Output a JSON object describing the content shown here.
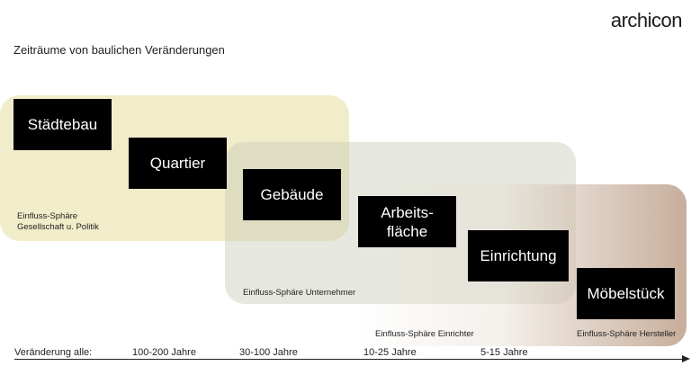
{
  "brand": "archicon",
  "subtitle": "Zeiträume von baulichen Veränderungen",
  "blocks": {
    "staedtebau": "Städtebau",
    "quartier": "Quartier",
    "gebaeude": "Gebäude",
    "arbeitsflaeche_line1": "Arbeits-",
    "arbeitsflaeche_line2": "fläche",
    "einrichtung": "Einrichtung",
    "moebelstueck": "Möbelstück"
  },
  "spheres": {
    "gesellschaft_line1": "Einfluss-Sphäre",
    "gesellschaft_line2": "Gesellschaft u. Politik",
    "unternehmer": "Einfluss-Sphäre Unternehmer",
    "einrichter": "Einfluss-Sphäre Einrichter",
    "hersteller": "Einfluss-Sphäre Hersteller"
  },
  "timeline": {
    "label": "Veränderung alle:",
    "ticks": [
      "100-200 Jahre",
      "30-100 Jahre",
      "10-25 Jahre",
      "5-15 Jahre"
    ]
  }
}
